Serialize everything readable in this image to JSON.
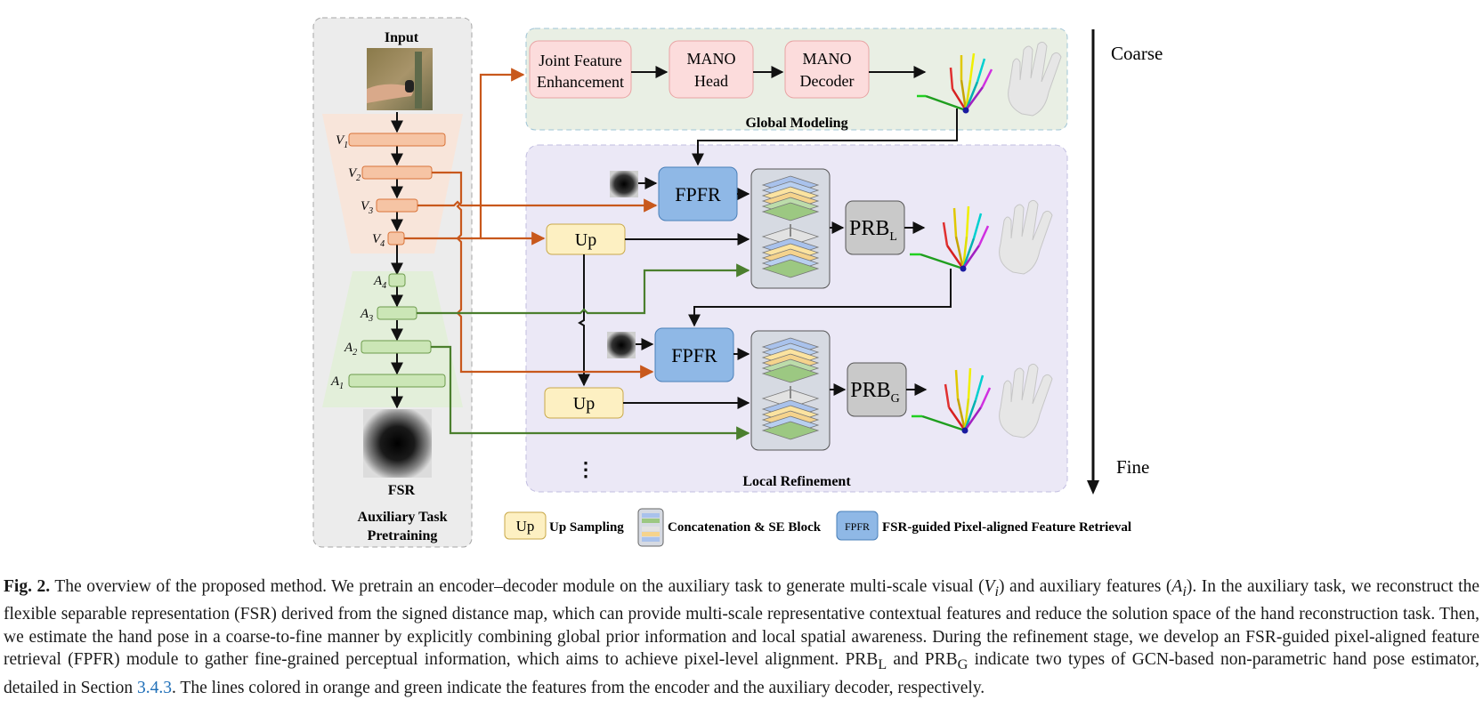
{
  "colors": {
    "encoder": "#f6c4a4",
    "encoder_stroke": "#d9743a",
    "aux": "#cbe6b6",
    "aux_stroke": "#6d9b4c",
    "orange_line": "#c8581c",
    "green_line": "#4b7f2e",
    "pink_box": "#fcdcdc",
    "blue_box": "#8fb8e6",
    "gray_box": "#c9c9c9",
    "up_box": "#fdf0c2",
    "global_bg": "#e9efe4",
    "local_bg": "#ebe8f6"
  },
  "aux_panel": {
    "input_label": "Input",
    "fsr_label": "FSR",
    "title_line1": "Auxiliary Task",
    "title_line2": "Pretraining",
    "v_labels": [
      "V1",
      "V2",
      "V3",
      "V4"
    ],
    "a_labels": [
      "A4",
      "A3",
      "A2",
      "A1"
    ]
  },
  "global": {
    "jfe_line1": "Joint Feature",
    "jfe_line2": "Enhancement",
    "mano_head_line1": "MANO",
    "mano_head_line2": "Head",
    "mano_dec_line1": "MANO",
    "mano_dec_line2": "Decoder",
    "title": "Global Modeling"
  },
  "local": {
    "fpfr1": "FPFR",
    "fpfr2": "FPFR",
    "up1": "Up",
    "up2": "Up",
    "prb_l": "PRB",
    "prb_l_sub": "L",
    "prb_g": "PRB",
    "prb_g_sub": "G",
    "ellipsis": "⋮",
    "title": "Local Refinement"
  },
  "axis": {
    "coarse": "Coarse",
    "fine": "Fine"
  },
  "legend": {
    "up_icon": "Up",
    "up_text": "Up Sampling",
    "concat_text": "Concatenation & SE Block",
    "fpfr_icon": "FPFR",
    "fpfr_text": "FSR-guided Pixel-aligned Feature Retrieval"
  },
  "caption": {
    "label": "Fig. 2.",
    "p1": "The overview of the proposed method. We pretrain an encoder–decoder module on the auxiliary task to generate multi-scale visual (",
    "v_i": "V",
    "v_sub": "i",
    "p2": ") and auxiliary features (",
    "a_i": "A",
    "a_sub": "i",
    "p3": "). In the auxiliary task, we reconstruct the flexible separable representation (FSR) derived from the signed distance map, which can provide multi-scale representative contextual features and reduce the solution space of the hand reconstruction task. Then, we estimate the hand pose in a coarse-to-fine manner by explicitly combining global prior information and local spatial awareness. During the refinement stage, we develop an FSR-guided pixel-aligned feature retrieval (FPFR) module to gather fine-grained perceptual information, which aims to achieve pixel-level alignment. ",
    "prb_l": "PRB",
    "prb_l_sub": "L",
    "and_word": " and ",
    "prb_g": "PRB",
    "prb_g_sub": "G",
    "p4": " indicate two types of GCN-based non-parametric hand pose estimator, detailed in Section ",
    "section_ref": "3.4.3",
    "p5": ". The lines colored in orange and green indicate the features from the encoder and the auxiliary decoder, respectively."
  }
}
